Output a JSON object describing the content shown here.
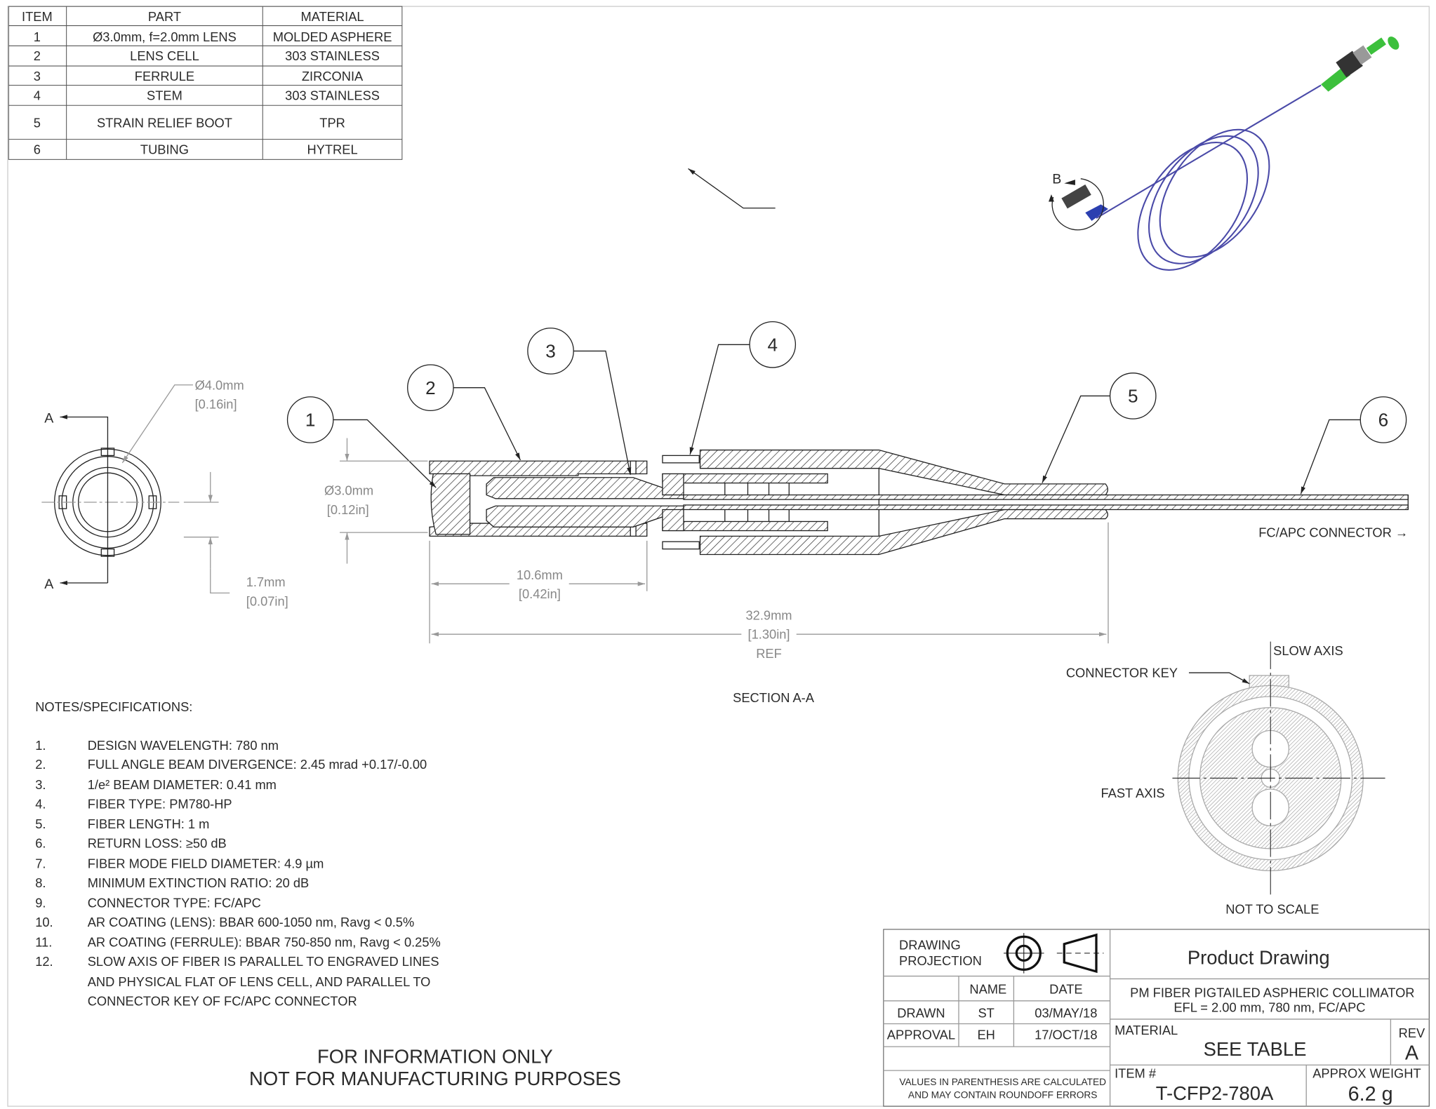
{
  "bom": {
    "headers": [
      "ITEM",
      "PART",
      "MATERIAL"
    ],
    "rows": [
      {
        "item": "1",
        "part": "Ø3.0mm, f=2.0mm LENS",
        "material": "MOLDED ASPHERE"
      },
      {
        "item": "2",
        "part": "LENS CELL",
        "material": "303 STAINLESS"
      },
      {
        "item": "3",
        "part": "FERRULE",
        "material": "ZIRCONIA"
      },
      {
        "item": "4",
        "part": "STEM",
        "material": "303 STAINLESS"
      },
      {
        "item": "5",
        "part": "STRAIN RELIEF BOOT",
        "material": "TPR"
      },
      {
        "item": "6",
        "part": "TUBING",
        "material": "HYTREL"
      }
    ]
  },
  "isometric": {
    "detail_label": "B"
  },
  "end_view": {
    "section_label": "A",
    "diameter_mm": "Ø4.0mm",
    "diameter_in": "[0.16in]",
    "offset_mm": "1.7mm",
    "offset_in": "[0.07in]"
  },
  "section": {
    "balloons": [
      "1",
      "2",
      "3",
      "4",
      "5",
      "6"
    ],
    "lens_dia_mm": "Ø3.0mm",
    "lens_dia_in": "[0.12in]",
    "cell_len_mm": "10.6mm",
    "cell_len_in": "[0.42in]",
    "total_len_mm": "32.9mm",
    "total_len_in": "[1.30in]",
    "total_len_ref": "REF",
    "connector_note": "FC/APC CONNECTOR →",
    "title": "SECTION A-A"
  },
  "connector_view": {
    "slow_axis": "SLOW AXIS",
    "connector_key": "CONNECTOR KEY",
    "fast_axis": "FAST AXIS",
    "scale_note": "NOT TO SCALE"
  },
  "notes": {
    "heading": "NOTES/SPECIFICATIONS:",
    "items": [
      {
        "num": "1.",
        "lines": [
          "DESIGN WAVELENGTH: 780 nm"
        ]
      },
      {
        "num": "2.",
        "lines": [
          "FULL ANGLE BEAM DIVERGENCE: 2.45 mrad +0.17/-0.00"
        ]
      },
      {
        "num": "3.",
        "lines": [
          "1/e² BEAM DIAMETER: 0.41 mm"
        ]
      },
      {
        "num": "4.",
        "lines": [
          "FIBER TYPE: PM780-HP"
        ]
      },
      {
        "num": "5.",
        "lines": [
          "FIBER LENGTH: 1 m"
        ]
      },
      {
        "num": "6.",
        "lines": [
          "RETURN LOSS: ≥50 dB"
        ]
      },
      {
        "num": "7.",
        "lines": [
          "FIBER MODE FIELD DIAMETER: 4.9 µm"
        ]
      },
      {
        "num": "8.",
        "lines": [
          "MINIMUM EXTINCTION RATIO: 20 dB"
        ]
      },
      {
        "num": "9.",
        "lines": [
          "CONNECTOR TYPE: FC/APC"
        ]
      },
      {
        "num": "10.",
        "lines": [
          "AR COATING (LENS): BBAR 600-1050 nm, Ravg < 0.5%"
        ]
      },
      {
        "num": "11.",
        "lines": [
          "AR COATING (FERRULE): BBAR 750-850 nm, Ravg < 0.25%"
        ]
      },
      {
        "num": "12.",
        "lines": [
          "SLOW AXIS OF FIBER IS PARALLEL TO ENGRAVED LINES",
          "AND PHYSICAL FLAT OF LENS CELL, AND PARALLEL TO",
          "CONNECTOR KEY OF FC/APC CONNECTOR"
        ]
      }
    ]
  },
  "disclaimer": [
    "FOR INFORMATION ONLY",
    "NOT FOR MANUFACTURING PURPOSES"
  ],
  "title_block": {
    "projection_label": [
      "DRAWING",
      "PROJECTION"
    ],
    "name_header": "NAME",
    "date_header": "DATE",
    "drawn_label": "DRAWN",
    "drawn_name": "ST",
    "drawn_date": "03/MAY/18",
    "approval_label": "APPROVAL",
    "approval_name": "EH",
    "approval_date": "17/OCT/18",
    "values_note": [
      "VALUES IN PARENTHESIS ARE CALCULATED",
      "AND MAY CONTAIN ROUNDOFF ERRORS"
    ],
    "doc_type": "Product Drawing",
    "description": [
      "PM FIBER PIGTAILED ASPHERIC COLLIMATOR",
      "EFL = 2.00 mm, 780 nm, FC/APC"
    ],
    "material_label": "MATERIAL",
    "material_value": "SEE TABLE",
    "rev_label": "REV",
    "rev_value": "A",
    "item_label": "ITEM #",
    "item_value": "T-CFP2-780A",
    "weight_label": "APPROX WEIGHT",
    "weight_value": "6.2 g"
  },
  "colors": {
    "fiber": "#4a4aa8",
    "connector_green": "#3cc03c",
    "boot_blue": "#2b3fb0"
  }
}
